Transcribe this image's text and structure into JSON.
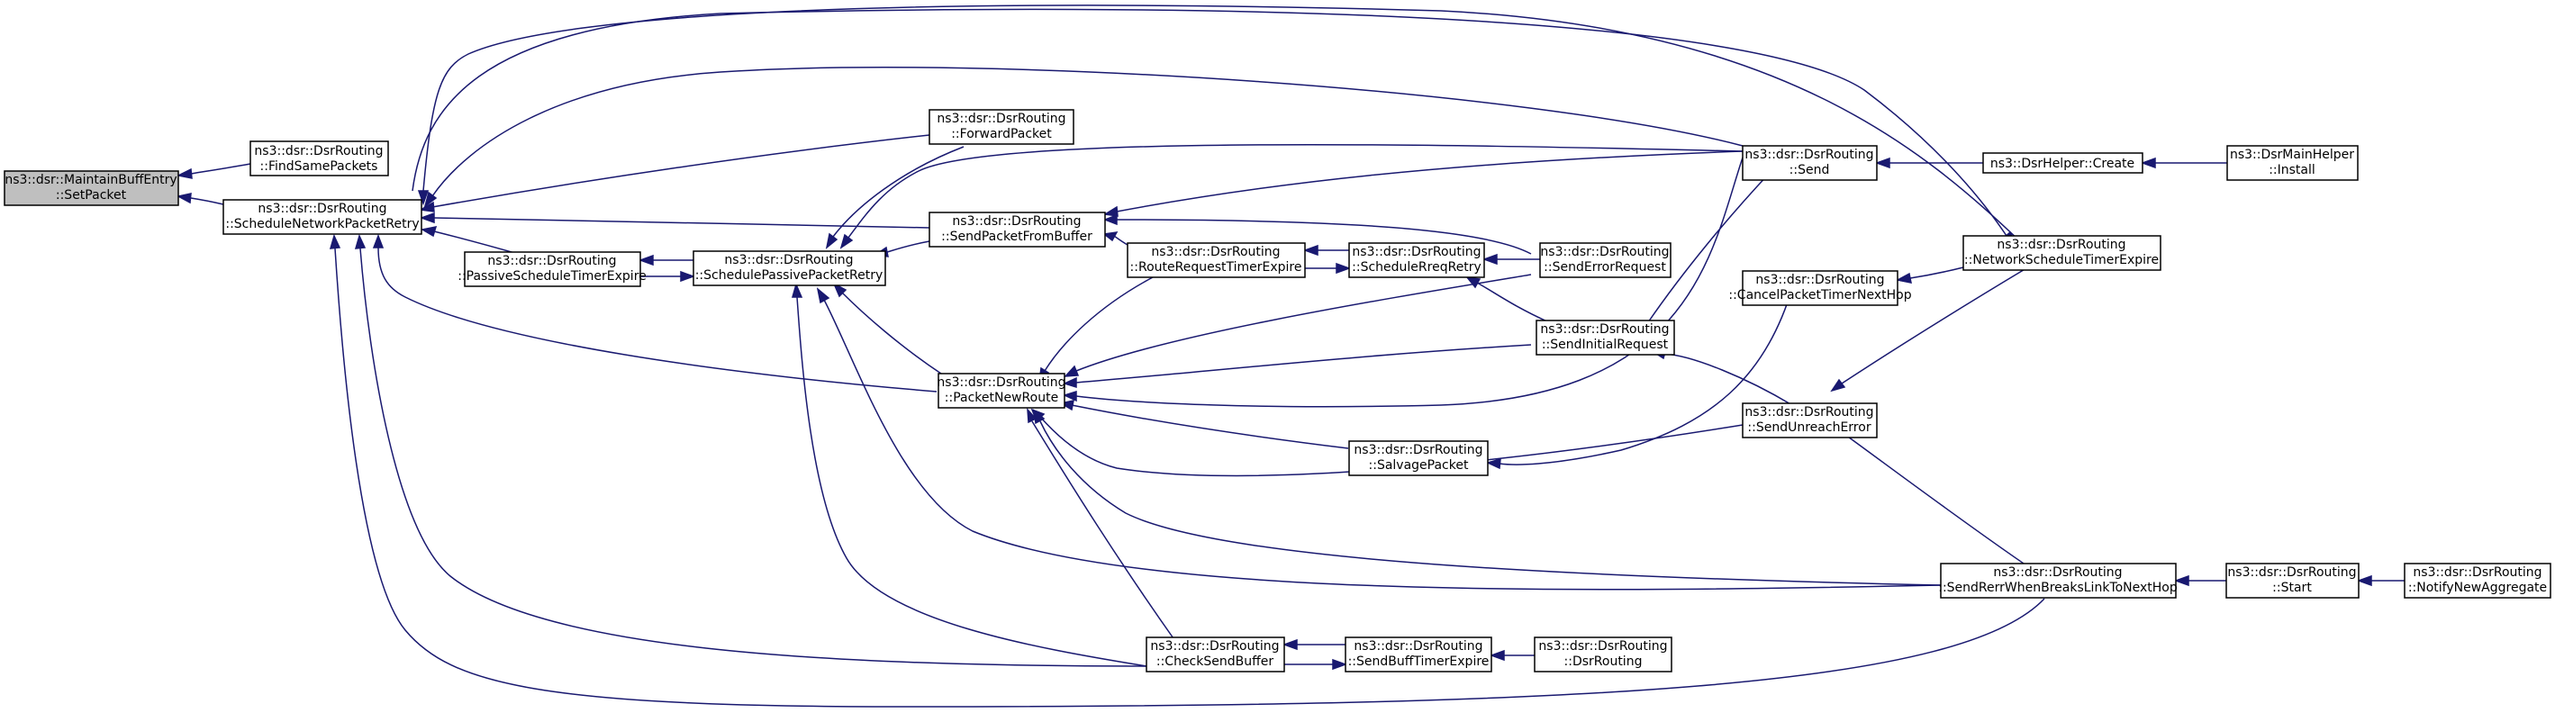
{
  "graph": {
    "colors": {
      "edge": "#191970",
      "root_fill": "#bfbfbf",
      "node_fill": "#ffffff",
      "border": "#000000"
    },
    "nodes": {
      "setpacket": {
        "line1": "ns3::dsr::MaintainBuffEntry",
        "line2": "::SetPacket"
      },
      "findsame": {
        "line1": "ns3::dsr::DsrRouting",
        "line2": "::FindSamePackets"
      },
      "schednet": {
        "line1": "ns3::dsr::DsrRouting",
        "line2": "::ScheduleNetworkPacketRetry"
      },
      "forward": {
        "line1": "ns3::dsr::DsrRouting",
        "line2": "::ForwardPacket"
      },
      "sendfrombuf": {
        "line1": "ns3::dsr::DsrRouting",
        "line2": "::SendPacketFromBuffer"
      },
      "passivetimer": {
        "line1": "ns3::dsr::DsrRouting",
        "line2": "::PassiveScheduleTimerExpire"
      },
      "schedpassive": {
        "line1": "ns3::dsr::DsrRouting",
        "line2": "::SchedulePassivePacketRetry"
      },
      "packetnew": {
        "line1": "ns3::dsr::DsrRouting",
        "line2": "::PacketNewRoute"
      },
      "routereqtimer": {
        "line1": "ns3::dsr::DsrRouting",
        "line2": "::RouteRequestTimerExpire"
      },
      "checksend": {
        "line1": "ns3::dsr::DsrRouting",
        "line2": "::CheckSendBuffer"
      },
      "schedreq": {
        "line1": "ns3::dsr::DsrRouting",
        "line2": "::ScheduleRreqRetry"
      },
      "salvage": {
        "line1": "ns3::dsr::DsrRouting",
        "line2": "::SalvagePacket"
      },
      "buftimer": {
        "line1": "ns3::dsr::DsrRouting",
        "line2": "::SendBuffTimerExpire"
      },
      "senderrreq": {
        "line1": "ns3::dsr::DsrRouting",
        "line2": "::SendErrorRequest"
      },
      "sendinit": {
        "line1": "ns3::dsr::DsrRouting",
        "line2": "::SendInitialRequest"
      },
      "dsrrouting": {
        "line1": "ns3::dsr::DsrRouting",
        "line2": "::DsrRouting"
      },
      "send": {
        "line1": "ns3::dsr::DsrRouting",
        "line2": "::Send"
      },
      "cancelpkt": {
        "line1": "ns3::dsr::DsrRouting",
        "line2": "::CancelPacketTimerNextHop"
      },
      "sendunreach": {
        "line1": "ns3::dsr::DsrRouting",
        "line2": "::SendUnreachError"
      },
      "helpercreate": {
        "line1": "ns3::DsrHelper::Create"
      },
      "netsched": {
        "line1": "ns3::dsr::DsrRouting",
        "line2": "::NetworkScheduleTimerExpire"
      },
      "sendrerr": {
        "line1": "ns3::dsr::DsrRouting",
        "line2": "::SendRerrWhenBreaksLinkToNextHop"
      },
      "mainhelper": {
        "line1": "ns3::DsrMainHelper",
        "line2": "::Install"
      },
      "start": {
        "line1": "ns3::dsr::DsrRouting",
        "line2": "::Start"
      },
      "notify": {
        "line1": "ns3::dsr::DsrRouting",
        "line2": "::NotifyNewAggregate"
      }
    },
    "edges": [
      {
        "from": "findsame",
        "to": "setpacket"
      },
      {
        "from": "schednet",
        "to": "setpacket"
      },
      {
        "from": "forward",
        "to": "schednet"
      },
      {
        "from": "sendfrombuf",
        "to": "schednet"
      },
      {
        "from": "passivetimer",
        "to": "schednet"
      },
      {
        "from": "packetnew",
        "to": "schednet"
      },
      {
        "from": "checksend",
        "to": "schednet"
      },
      {
        "from": "send",
        "to": "schednet"
      },
      {
        "from": "netsched",
        "to": "schednet"
      },
      {
        "from": "sendrerr",
        "to": "schednet"
      },
      {
        "from": "schednet",
        "to": "netsched"
      },
      {
        "from": "schedpassive",
        "to": "passivetimer"
      },
      {
        "from": "passivetimer",
        "to": "schedpassive"
      },
      {
        "from": "forward",
        "to": "schedpassive"
      },
      {
        "from": "sendfrombuf",
        "to": "schedpassive"
      },
      {
        "from": "send",
        "to": "schedpassive"
      },
      {
        "from": "packetnew",
        "to": "schedpassive"
      },
      {
        "from": "checksend",
        "to": "schedpassive"
      },
      {
        "from": "sendrerr",
        "to": "schedpassive"
      },
      {
        "from": "send",
        "to": "sendfrombuf"
      },
      {
        "from": "senderrreq",
        "to": "sendfrombuf"
      },
      {
        "from": "routereqtimer",
        "to": "sendfrombuf"
      },
      {
        "from": "routereqtimer",
        "to": "packetnew"
      },
      {
        "from": "sendinit",
        "to": "packetnew"
      },
      {
        "from": "send",
        "to": "packetnew"
      },
      {
        "from": "salvage",
        "to": "packetnew"
      },
      {
        "from": "sendunreach",
        "to": "packetnew"
      },
      {
        "from": "sendrerr",
        "to": "packetnew"
      },
      {
        "from": "checksend",
        "to": "packetnew"
      },
      {
        "from": "schedreq",
        "to": "routereqtimer"
      },
      {
        "from": "routereqtimer",
        "to": "schedreq"
      },
      {
        "from": "senderrreq",
        "to": "schedreq"
      },
      {
        "from": "sendinit",
        "to": "schedreq"
      },
      {
        "from": "sendinit",
        "to": "send"
      },
      {
        "from": "sendunreach",
        "to": "sendinit"
      },
      {
        "from": "cancelpkt",
        "to": "salvage"
      },
      {
        "from": "buftimer",
        "to": "checksend"
      },
      {
        "from": "checksend",
        "to": "buftimer"
      },
      {
        "from": "dsrrouting",
        "to": "buftimer"
      },
      {
        "from": "helpercreate",
        "to": "send"
      },
      {
        "from": "mainhelper",
        "to": "helpercreate"
      },
      {
        "from": "netsched",
        "to": "cancelpkt"
      },
      {
        "from": "netsched",
        "to": "sendunreach"
      },
      {
        "from": "sendrerr",
        "to": "sendunreach"
      },
      {
        "from": "start",
        "to": "sendrerr"
      },
      {
        "from": "notify",
        "to": "start"
      }
    ]
  }
}
